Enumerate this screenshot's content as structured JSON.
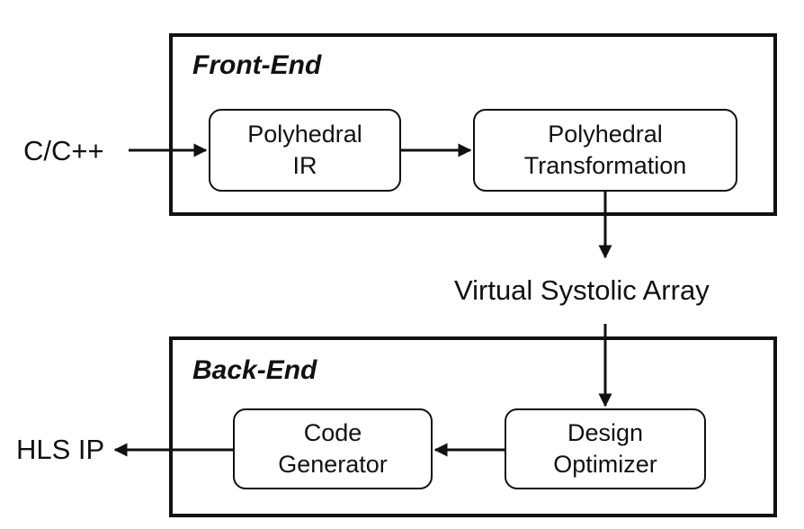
{
  "frontend": {
    "title": "Front-End",
    "input_label": "C/C++",
    "nodes": {
      "polyhedral_ir": {
        "line1": "Polyhedral",
        "line2": "IR"
      },
      "polyhedral_transformation": {
        "line1": "Polyhedral",
        "line2": "Transformation"
      }
    }
  },
  "intermediate": {
    "label": "Virtual Systolic Array"
  },
  "backend": {
    "title": "Back-End",
    "output_label": "HLS IP",
    "nodes": {
      "design_optimizer": {
        "line1": "Design",
        "line2": "Optimizer"
      },
      "code_generator": {
        "line1": "Code",
        "line2": "Generator"
      }
    }
  }
}
